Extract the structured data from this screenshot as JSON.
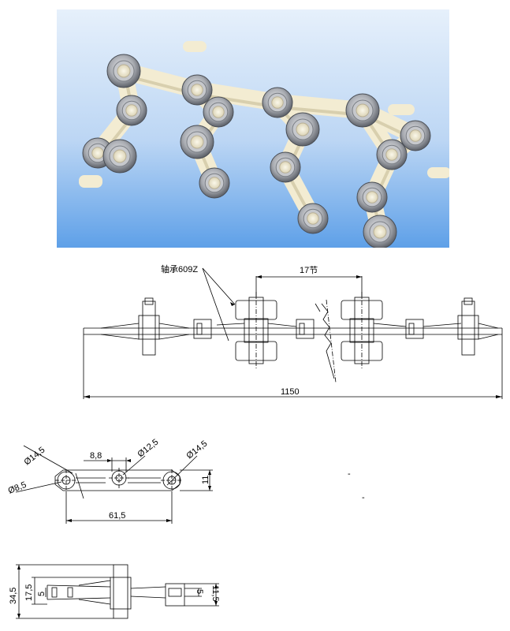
{
  "photo": {
    "background_top": "#e6f0fb",
    "background_bottom": "#5ea0e8",
    "link_color": "#f3ecd2",
    "bearing_color": "#a9acb2"
  },
  "top_view": {
    "bearing_label": "轴承609Z",
    "pitch_label": "17节",
    "length_label": "1150"
  },
  "link_view": {
    "d1_label": "Ø14,5",
    "spacing_label": "8,8",
    "d2_label": "Ø12,5",
    "d3_label": "Ø14,5",
    "d4_label": "Ø8,5",
    "height_label": "11",
    "length_label": "61,5"
  },
  "side_view": {
    "total_height_label": "34,5",
    "mid_height_label": "17,5",
    "inner_height_label": "5",
    "right_inner_label": "5",
    "right_height_label": "11,5"
  },
  "dashes": [
    "-",
    "-"
  ]
}
